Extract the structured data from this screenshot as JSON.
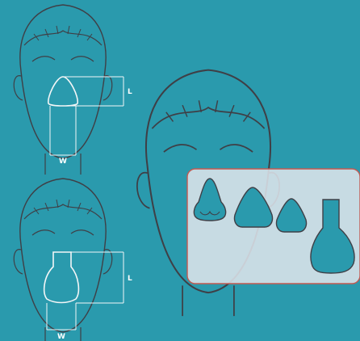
{
  "colors": {
    "background": "#2a9aad",
    "face_line": "#3f3f46",
    "guide_line": "#f3f6f7",
    "panel_fill": "#dde4ea",
    "panel_border": "#c25a52",
    "mask_fill": "#2a9aad",
    "mask_outline": "#3f3f46"
  },
  "figures": [
    {
      "name": "nasal-mask-sizing",
      "labels": {
        "height": "L",
        "width": "W"
      }
    },
    {
      "name": "full-face-mask-sizing",
      "labels": {
        "height": "L",
        "width": "W"
      }
    }
  ],
  "panel": {
    "masks": [
      {
        "name": "nasal-pillow-shape"
      },
      {
        "name": "nasal-mask-shape"
      },
      {
        "name": "small-nasal-mask-shape"
      },
      {
        "name": "full-face-mask-shape"
      }
    ]
  }
}
